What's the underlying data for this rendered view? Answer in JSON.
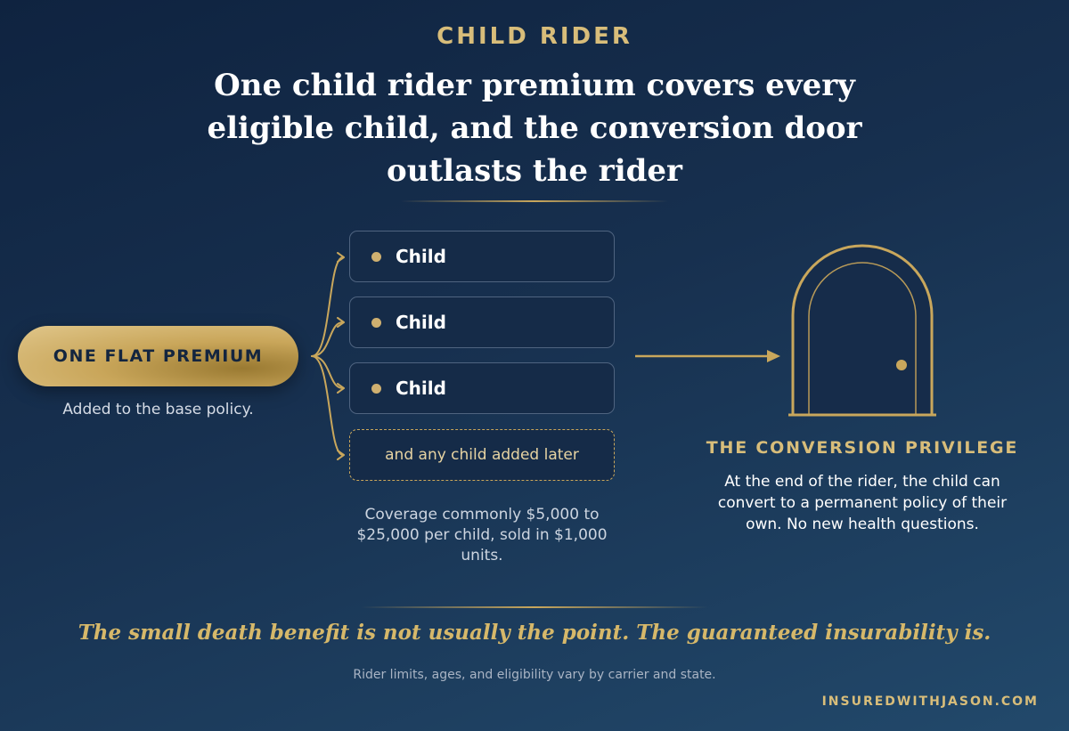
{
  "header": {
    "eyebrow": "CHILD RIDER",
    "headline": "One child rider premium covers every eligible child, and the conversion door outlasts the rider"
  },
  "premium": {
    "label": "ONE FLAT PREMIUM",
    "caption": "Added to the base policy."
  },
  "children": {
    "items": [
      {
        "label": "Child"
      },
      {
        "label": "Child"
      },
      {
        "label": "Child"
      }
    ],
    "later_label": "and any child added later",
    "coverage_note": "Coverage commonly $5,000 to $25,000 per child, sold in $1,000 units."
  },
  "conversion": {
    "title": "THE CONVERSION PRIVILEGE",
    "body": "At the end of the rider, the child can convert to a permanent policy of their own. No new health questions."
  },
  "footer": {
    "tagline": "The small death benefit is not usually the point. The guaranteed insurability is.",
    "disclaimer": "Rider limits, ages, and eligibility vary by carrier and state.",
    "site": "INSUREDWITHJASON.COM"
  },
  "colors": {
    "gold": "#c9a75c",
    "navy": "#13253f",
    "box": "#152b48"
  },
  "icons": {
    "door": "arched-door-icon",
    "arrow": "arrow-right-icon"
  }
}
